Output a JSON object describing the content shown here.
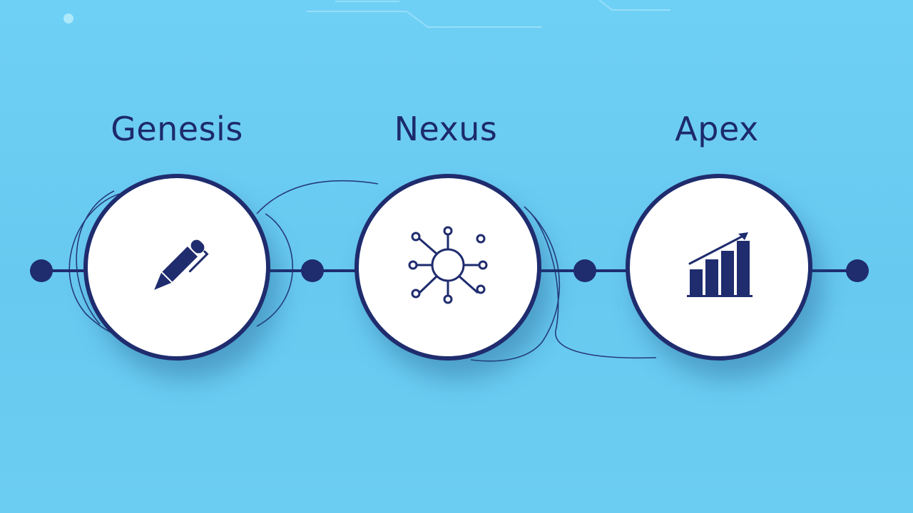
{
  "stages": [
    {
      "label": "Genesis",
      "icon": "pen-icon"
    },
    {
      "label": "Nexus",
      "icon": "network-hub-icon"
    },
    {
      "label": "Apex",
      "icon": "growth-chart-icon"
    }
  ],
  "colors": {
    "background": "#6fd0f5",
    "accent": "#1f2c6e",
    "circle_fill": "#ffffff"
  }
}
